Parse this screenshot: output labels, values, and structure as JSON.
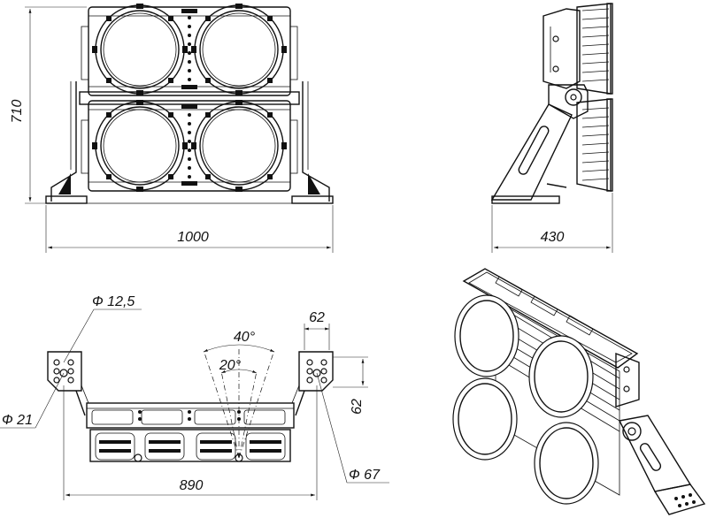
{
  "dimensions": {
    "front_height": "710",
    "front_width": "1000",
    "side_depth": "430",
    "top_width": "890",
    "hole_small": "Ф 12,5",
    "hole_medium": "Ф 21",
    "hole_large": "Ф 67",
    "spacing_h": "62",
    "spacing_v": "62",
    "angle_outer": "40°",
    "angle_inner": "20°"
  }
}
